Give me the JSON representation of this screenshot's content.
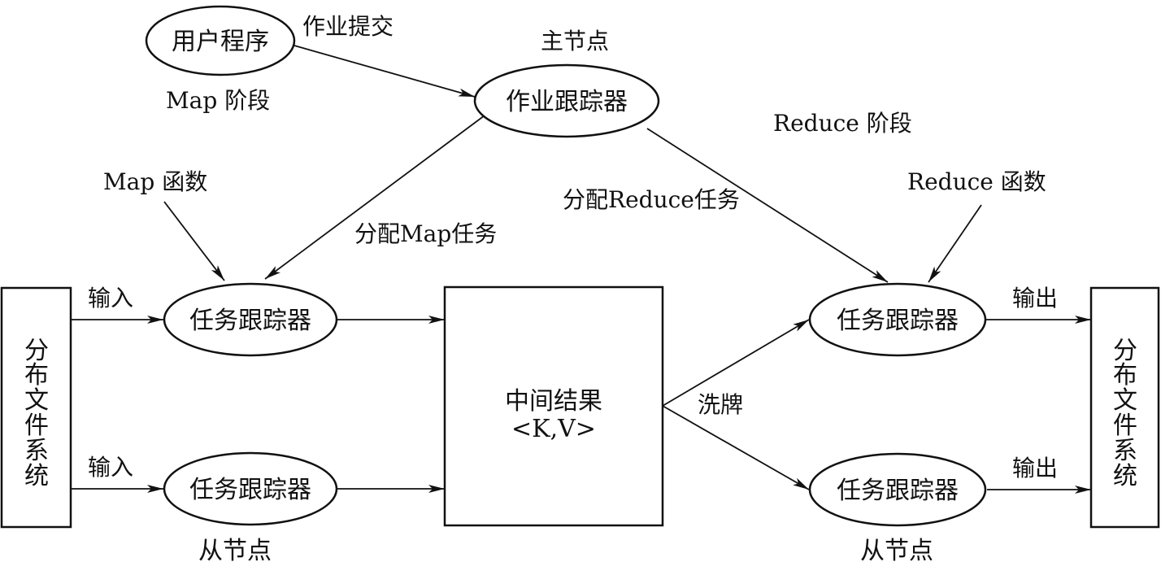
{
  "nodes": {
    "user_program": "用户程序",
    "job_tracker": "作业跟踪器",
    "task_tracker_map_1": "任务跟踪器",
    "task_tracker_map_2": "任务跟踪器",
    "task_tracker_reduce_1": "任务跟踪器",
    "task_tracker_reduce_2": "任务跟踪器",
    "intermediate_title": "中间结果",
    "intermediate_kv": "<K,V>",
    "dfs_left_chars": [
      "分",
      "布",
      "文",
      "件",
      "系",
      "统"
    ],
    "dfs_right_chars": [
      "分",
      "布",
      "文",
      "件",
      "系",
      "统"
    ]
  },
  "labels": {
    "job_submit": "作业提交",
    "master_node": "主节点",
    "map_phase": "Map 阶段",
    "reduce_phase": "Reduce 阶段",
    "map_function": "Map 函数",
    "reduce_function": "Reduce 函数",
    "assign_map": "分配Map任务",
    "assign_reduce": "分配Reduce任务",
    "input_1": "输入",
    "input_2": "输入",
    "output_1": "输出",
    "output_2": "输出",
    "shuffle": "洗牌",
    "slave_node_left": "从节点",
    "slave_node_right": "从节点"
  }
}
